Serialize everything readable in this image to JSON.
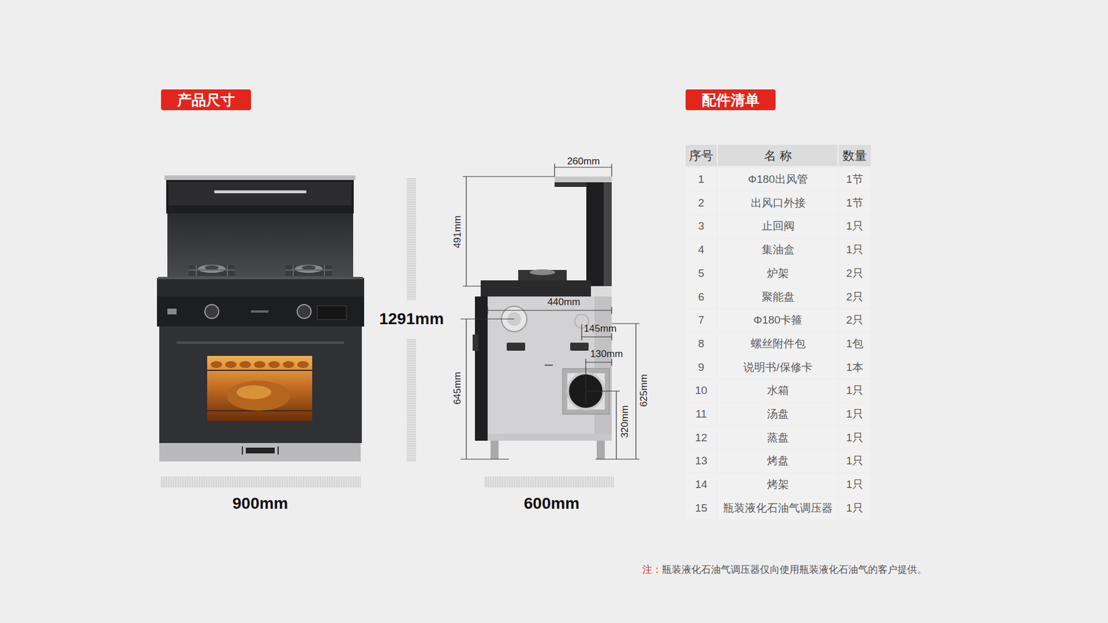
{
  "diagram": {
    "nodes": [
      {
        "text": [
          "产品尺寸"
        ]
      },
      {
        "text": [
          "配件清单"
        ]
      }
    ],
    "labels": [
      "1291mm",
      "900mm",
      "600mm",
      "260mm",
      "491mm",
      "440mm",
      "145mm",
      "130mm",
      "645mm",
      "625mm",
      "320mm",
      "序号",
      "名 称",
      "数量",
      "1",
      "Φ180出风管",
      "1节",
      "2",
      "出风口外接",
      "1节",
      "3",
      "止回阀",
      "1只",
      "4",
      "集油盒",
      "1只",
      "5",
      "炉架",
      "2只",
      "6",
      "聚能盘",
      "2只",
      "7",
      "Φ180卡箍",
      "2只",
      "8",
      "螺丝附件包",
      "1包",
      "9",
      "说明书/保修卡",
      "1本",
      "10",
      "水箱",
      "1只",
      "11",
      "汤盘",
      "1只",
      "12",
      "蒸盘",
      "1只",
      "13",
      "烤盘",
      "1只",
      "14",
      "烤架",
      "1只",
      "15",
      "瓶装液化石油气调压器",
      "1只",
      "注：",
      "瓶装液化石油气调压器仅向使用瓶装液化石油气的客户提供。"
    ]
  }
}
